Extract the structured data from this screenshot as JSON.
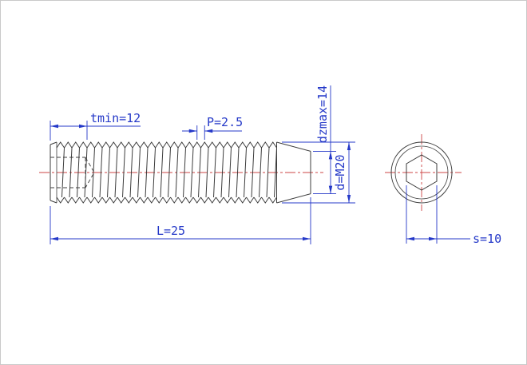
{
  "drawing": {
    "title": "hex-socket-set-screw-technical-drawing",
    "labels": {
      "tmin": "tmin=12",
      "pitch": "P=2.5",
      "dzmax": "dzmax=14",
      "diameter": "d=M20",
      "length": "L=25",
      "socket": "s=10"
    },
    "colors": {
      "dimension": "#2438c8",
      "centerline": "#cc4444",
      "object": "#3c3c3c"
    }
  }
}
